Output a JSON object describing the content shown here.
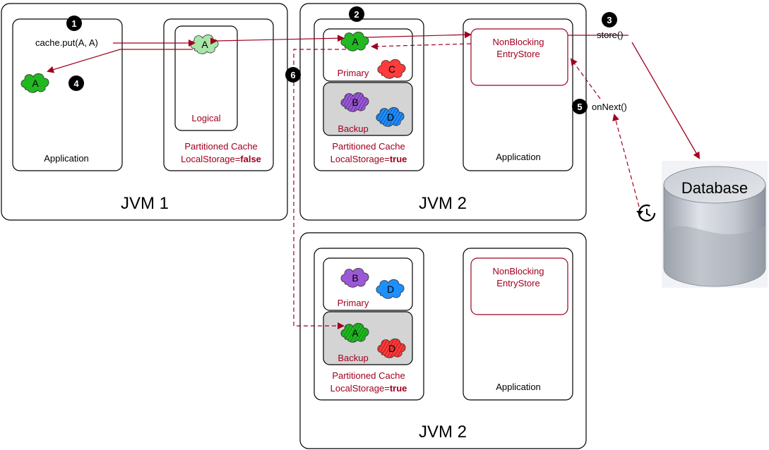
{
  "colors": {
    "accent_red": "#a0001e",
    "cloud_green": "#22b822",
    "cloud_light_green": "#a9e6a9",
    "cloud_red": "#ff3b3b",
    "cloud_purple": "#9b59d6",
    "cloud_blue": "#1e8fff",
    "backup_gray": "#d4d4d4",
    "marker_black": "#000000"
  },
  "jvm1": {
    "title": "JVM 1",
    "application": {
      "label": "Application",
      "call": "cache.put(A, A)",
      "cloud": "A"
    },
    "cache": {
      "logical_label": "Logical",
      "title": "Partitioned Cache",
      "storage_prefix": "LocalStorage=",
      "storage_value": "false",
      "cloud": "A"
    }
  },
  "jvm2_top": {
    "title": "JVM 2",
    "cache": {
      "primary_label": "Primary",
      "primary_clouds": [
        "A",
        "C"
      ],
      "backup_label": "Backup",
      "backup_clouds": [
        "B",
        "D"
      ],
      "title": "Partitioned Cache",
      "storage_prefix": "LocalStorage=",
      "storage_value": "true"
    },
    "application": {
      "label": "Application",
      "store_line1": "NonBlocking",
      "store_line2": "EntryStore"
    }
  },
  "jvm2_bottom": {
    "title": "JVM 2",
    "cache": {
      "primary_label": "Primary",
      "primary_clouds": [
        "B",
        "D"
      ],
      "backup_label": "Backup",
      "backup_clouds": [
        "A",
        "D"
      ],
      "title": "Partitioned Cache",
      "storage_prefix": "LocalStorage=",
      "storage_value": "true"
    },
    "application": {
      "label": "Application",
      "store_line1": "NonBlocking",
      "store_line2": "EntryStore"
    }
  },
  "database": {
    "label": "Database"
  },
  "steps": {
    "one": "1",
    "two": "2",
    "three": "3",
    "four": "4",
    "five": "5",
    "six": "6",
    "store_call": "store()",
    "onnext_call": "onNext()"
  },
  "icons": {
    "history": "history-icon",
    "cloud": "cloud-icon",
    "database": "database-icon"
  }
}
